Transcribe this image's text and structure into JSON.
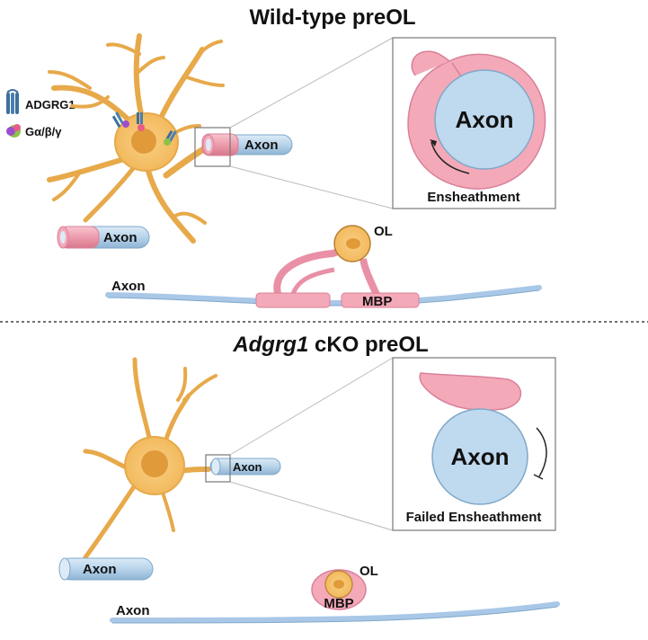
{
  "top": {
    "title": "Wild-type preOL",
    "legend_receptor": "ADGRG1",
    "legend_gprotein": "Gα/β/γ",
    "process_axon_label": "Axon",
    "lower_axon_label": "Axon",
    "zoom_axon_label": "Axon",
    "zoom_caption": "Ensheathment",
    "long_axon_label": "Axon",
    "ol_label": "OL",
    "mbp_label": "MBP"
  },
  "bottom": {
    "title_italic": "Adgrg1",
    "title_rest": " cKO preOL",
    "process_axon_label": "Axon",
    "lower_axon_label": "Axon",
    "zoom_axon_label": "Axon",
    "zoom_caption": "Failed Ensheathment",
    "long_axon_label": "Axon",
    "ol_label": "OL",
    "mbp_label": "MBP"
  },
  "colors": {
    "cell_body": "#f5c26b",
    "cell_outline": "#d99a30",
    "nucleus": "#e09a3a",
    "myelin_pink": "#f4a9b8",
    "myelin_outline": "#d9809a",
    "axon_blue": "#bfd9ef",
    "axon_outline": "#7fa8c9",
    "long_axon": "#a9c8e8",
    "receptor_blue": "#3d6f9e",
    "g_green": "#8bc34a",
    "g_purple": "#9c4dcc",
    "g_pink": "#e85c8a"
  }
}
